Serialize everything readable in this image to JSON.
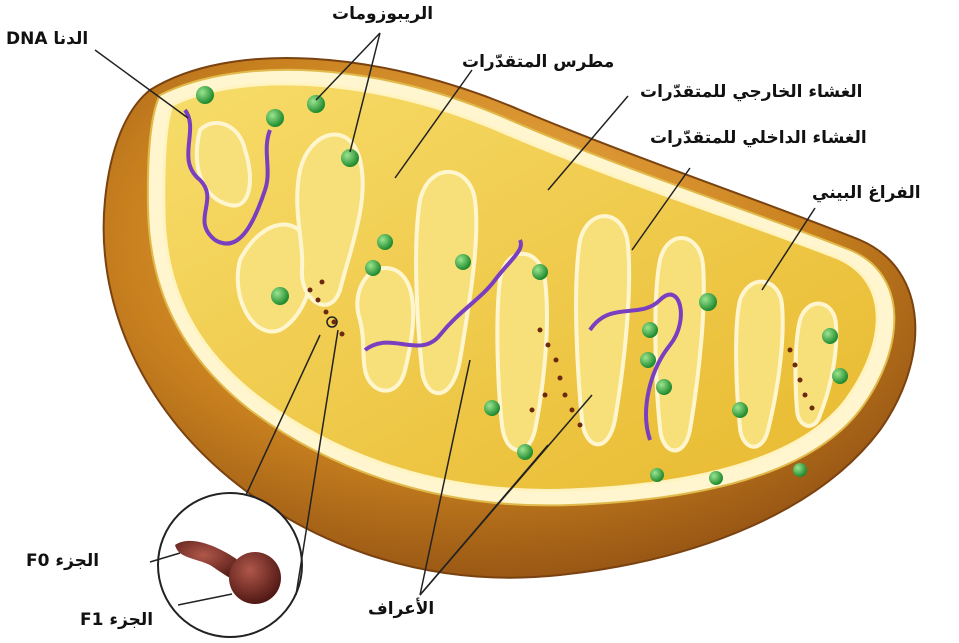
{
  "labels": {
    "dna": "الدنا DNA",
    "ribosomes": "الريبوزومات",
    "matrix": "مطرس المتقدّرات",
    "outer_membrane": "الغشاء الخارجي للمتقدّرات",
    "inner_membrane": "الغشاء الداخلي للمتقدّرات",
    "intermembrane_space": "الفراغ البيني",
    "f0": "الجزء  F0",
    "f1": "الجزء F1",
    "cristae": "الأعراف"
  },
  "colors": {
    "outer_shell": "#c9811f",
    "shell_shadow": "#8f4f12",
    "matrix_fill": "#f2cf45",
    "membrane_edge": "#fff3c0",
    "dna": "#7a3fc0",
    "ribosome": "#2fae3f",
    "atp_synthase": "#6b2a10",
    "leader_line": "#222222"
  }
}
